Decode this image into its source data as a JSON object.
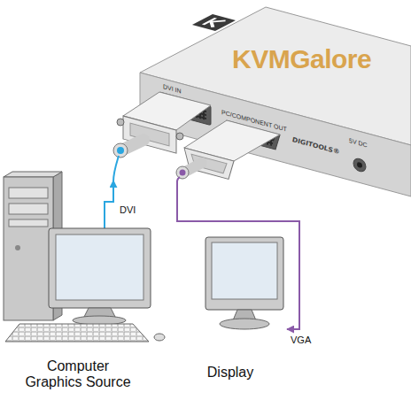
{
  "diagram": {
    "nodes": [
      {
        "text": [
          "DVI IN",
          "PC/COMPONENT OUT",
          "DIGITOOLS®",
          "5V DC"
        ]
      },
      {
        "text": [
          "Computer Graphics Source"
        ]
      },
      {
        "text": [
          "Display"
        ]
      }
    ],
    "edges": [
      {
        "from": 1,
        "to": 0,
        "label": "DVI",
        "arrow": "to"
      },
      {
        "from": 0,
        "to": 2,
        "label": "VGA",
        "arrow": "to"
      }
    ],
    "labels": [
      "KVMGalore"
    ]
  }
}
